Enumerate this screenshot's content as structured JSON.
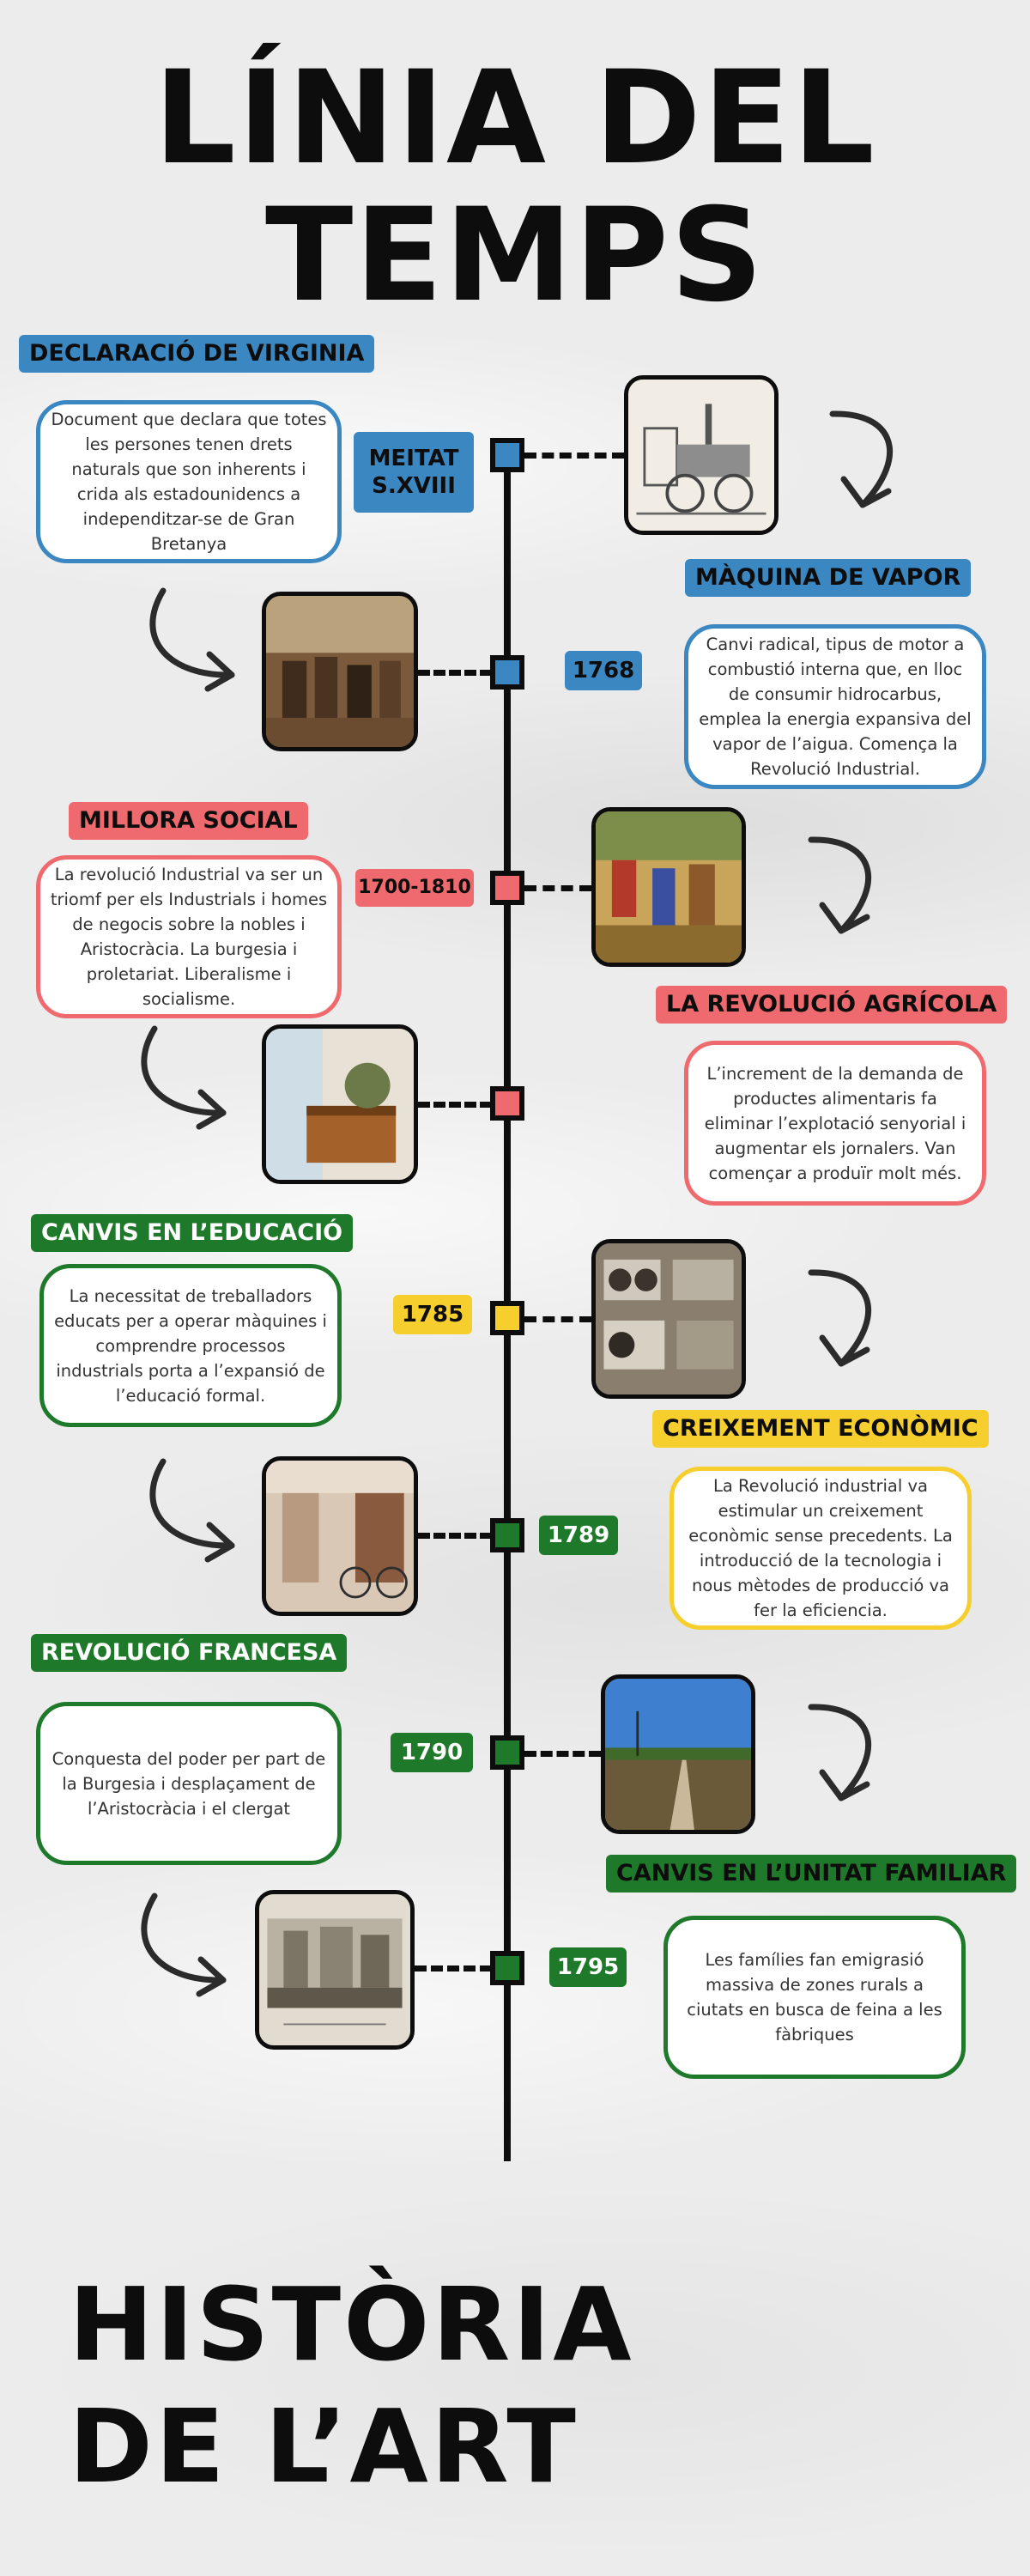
{
  "title_line1": "LÍNIA DEL",
  "title_line2": "TEMPS",
  "footer_line1": "HISTÒRIA",
  "footer_line2": "DE L’ART",
  "colors": {
    "blue": "#3a87c2",
    "red": "#ef6a6e",
    "yellow": "#f6cf2e",
    "green": "#1e7a2a",
    "ink": "#0d0d0d"
  },
  "events": [
    {
      "label": "DECLARACIÓ DE VIRGINIA",
      "text": "Document que declara que totes les persones tenen drets naturals que son inherents i crida als estadounidencs a independitzar-se de Gran Bretanya",
      "date_line1": "MEITAT",
      "date_line2": "S.XVIII",
      "image_icon": "steam-locomotive-engraving",
      "color": "blue"
    },
    {
      "label": "MÀQUINA DE VAPOR",
      "text": "Canvi radical, tipus de motor a combustió interna que, en lloc de consumir hidrocarbus, emplea la energia expansiva del vapor de l’aigua. Comença la Revolució Industrial.",
      "date": "1768",
      "image_icon": "declaration-signing-painting",
      "color": "blue"
    },
    {
      "label": "MILLORA SOCIAL",
      "text": "La revolució Industrial va ser un triomf per els Industrials i homes de negocis sobre la nobles i Aristocràcia. La burgesia i proletariat. Liberalisme i socialisme.",
      "date": "1700-1810",
      "image_icon": "medieval-farming-illustration",
      "color": "red"
    },
    {
      "label": "LA REVOLUCIÓ AGRÍCOLA",
      "text": "L’increment de la demanda de productes alimentaris fa eliminar l’explotació senyorial i augmentar els jornalers. Van començar a produïr molt més.",
      "image_icon": "vintage-suitcase-photo",
      "color": "red"
    },
    {
      "label": "CANVIS EN L’EDUCACIÓ",
      "text": "La necessitat de treballadors educats per a operar màquines i comprendre processos industrials porta a l’expansió de l’educació formal.",
      "date": "1785",
      "image_icon": "radio-cassette-shelves-photo",
      "color": "yellow"
    },
    {
      "label": "CREIXEMENT ECONÒMIC",
      "text": "La Revolució industrial va estimular un creixement econòmic sense precedents. La introducció de la tecnologia i nous mètodes de producció va fer la eficiencia.",
      "date": "1789",
      "image_icon": "bicycle-courtyard-photo",
      "color": "yellow"
    },
    {
      "label": "REVOLUCIÓ FRANCESA",
      "text": "Conquesta del poder per part de la Burgesia i desplaçament de l’Aristocràcia i el clergat",
      "date": "1790",
      "image_icon": "rural-field-path-photo",
      "color": "green"
    },
    {
      "label": "CANVIS EN L’UNITAT FAMILIAR",
      "text": "Les famílies fan emigrasió massiva de zones rurals a ciutats en busca de feina a les fàbriques",
      "date": "1795",
      "image_icon": "storming-bastille-engraving",
      "color": "green"
    }
  ]
}
